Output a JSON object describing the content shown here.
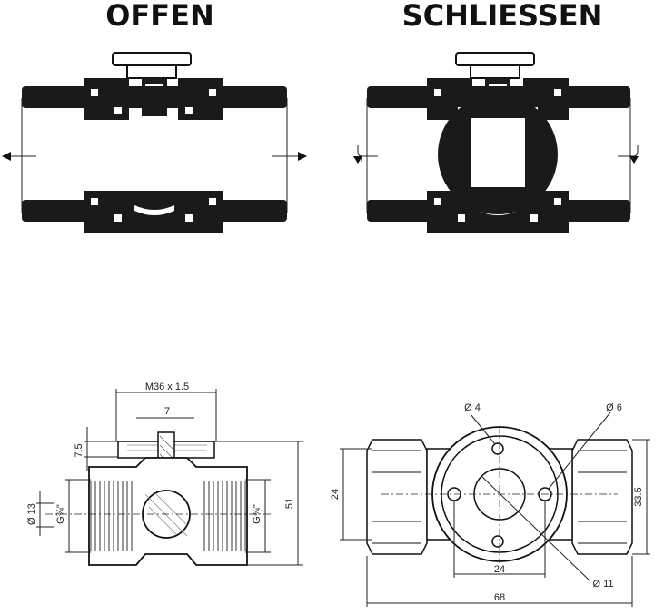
{
  "titles": {
    "open": "OFFEN",
    "close": "SCHLIESSEN"
  },
  "dims": {
    "thread": "M36 x 1.5",
    "stem_width": "7",
    "stem_height": "7.5",
    "bore": "Ø 13",
    "pipe_thread_left": "G¾\"",
    "pipe_thread_right": "G¾\"",
    "body_height": "51",
    "hole_small": "Ø 4",
    "hole_mid": "Ø 6",
    "flange_height": "24",
    "flange_width": "24",
    "center_hole": "Ø 11",
    "total_length": "68",
    "right_height": "33.5"
  }
}
